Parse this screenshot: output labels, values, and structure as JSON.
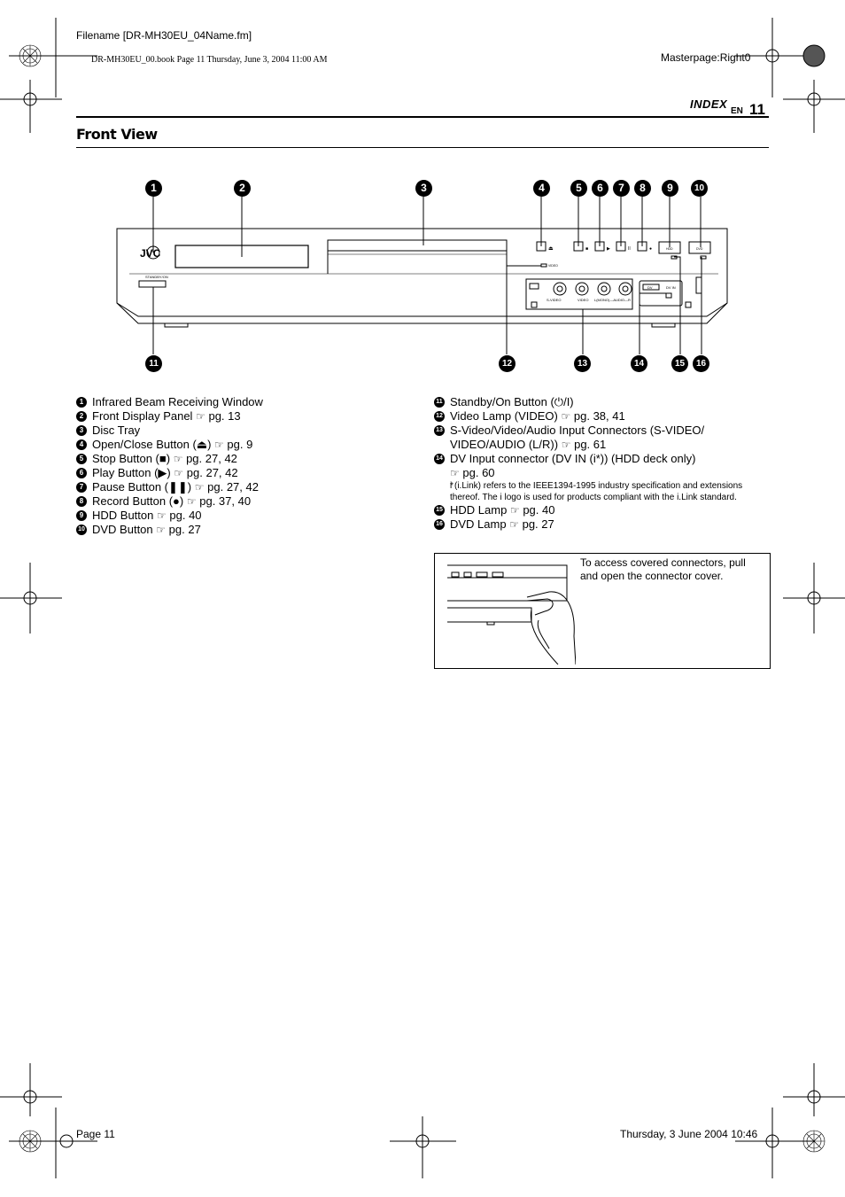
{
  "header": {
    "filename": "Filename [DR-MH30EU_04Name.fm]",
    "book_line": "DR-MH30EU_00.book  Page 11  Thursday, June 3, 2004  11:00 AM",
    "masterpage": "Masterpage:Right0",
    "section": "INDEX",
    "lang": "EN",
    "page_number": "11"
  },
  "title": "Front View",
  "callouts": [
    "1",
    "2",
    "3",
    "4",
    "5",
    "6",
    "7",
    "8",
    "9",
    "10",
    "11",
    "12",
    "13",
    "14",
    "15",
    "16"
  ],
  "device": {
    "brand": "JVC",
    "standby_label": "STANDBY/ON",
    "video_lamp_label": "VIDEO",
    "svideo_label": "S-VIDEO",
    "video_label": "VIDEO",
    "audio_label": "L(MONO)—AUDIO—R",
    "dv_label": "DV",
    "dvin_label": "DV IN",
    "hdd_label": "HDD",
    "dvd_label": "DVD"
  },
  "left_list": [
    {
      "n": "1",
      "text": "Infrared Beam Receiving Window",
      "ref": ""
    },
    {
      "n": "2",
      "text": "Front Display Panel",
      "ref": "pg. 13"
    },
    {
      "n": "3",
      "text": "Disc Tray",
      "ref": ""
    },
    {
      "n": "4",
      "text": "Open/Close Button (⏏)",
      "ref": "pg. 9"
    },
    {
      "n": "5",
      "text": "Stop Button (■)",
      "ref": "pg. 27, 42"
    },
    {
      "n": "6",
      "text": "Play Button (▶)",
      "ref": "pg. 27, 42"
    },
    {
      "n": "7",
      "text": "Pause Button (❚❚)",
      "ref": "pg. 27, 42"
    },
    {
      "n": "8",
      "text": "Record Button (●)",
      "ref": "pg. 37, 40"
    },
    {
      "n": "9",
      "text": "HDD Button",
      "ref": "pg. 40"
    },
    {
      "n": "10",
      "text": "DVD Button",
      "ref": "pg. 27"
    }
  ],
  "right_list": [
    {
      "n": "11",
      "text": "Standby/On Button (⏻/I)",
      "ref": ""
    },
    {
      "n": "12",
      "text": "Video Lamp (VIDEO)",
      "ref": "pg. 38, 41"
    },
    {
      "n": "13",
      "text": "S-Video/Video/Audio Input Connectors (S-VIDEO/",
      "text2": "VIDEO/AUDIO (L/R))",
      "ref": "pg. 61"
    },
    {
      "n": "14",
      "text": "DV Input connector (DV IN (i*)) (HDD deck only)",
      "ref": "pg. 60"
    },
    {
      "n": "15",
      "text": "HDD Lamp",
      "ref": "pg. 40"
    },
    {
      "n": "16",
      "text": "DVD Lamp",
      "ref": "pg. 27"
    }
  ],
  "note": {
    "star": "*",
    "text": "i (i.Link) refers to the IEEE1394-1995 industry specification and extensions thereof. The i logo is used for products compliant with the i.Link standard."
  },
  "ref_symbol": "☞",
  "cover_box": {
    "text": "To access covered connectors, pull and open the connector cover."
  },
  "footer": {
    "left": "Page 11",
    "right": "Thursday, 3 June 2004  10:46"
  }
}
